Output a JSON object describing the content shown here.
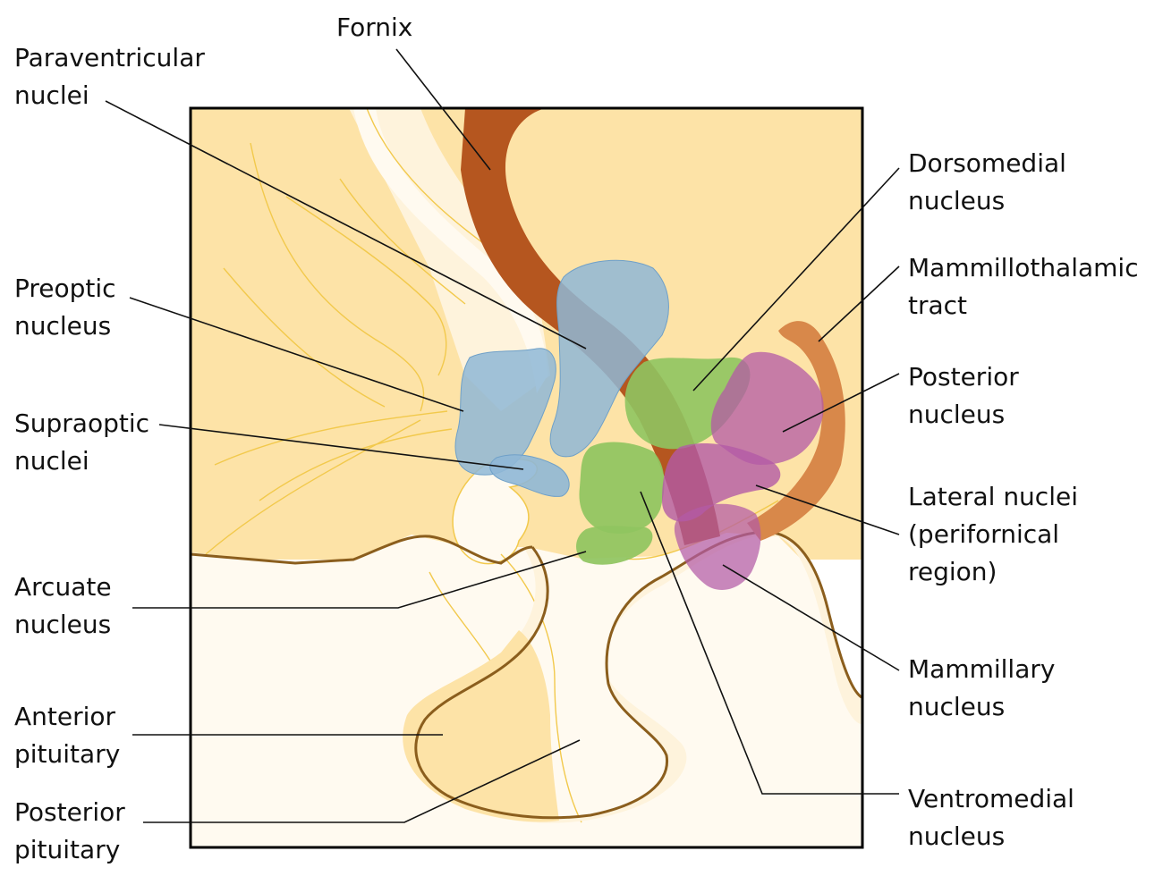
{
  "colors": {
    "tissue": "#fde3a7",
    "pale_tissue": "#fef3dc",
    "cream": "#fffaf0",
    "fornix": "#b5561f",
    "mammillothalamic_tract": "#d8884a",
    "outline": "#8b5e1d",
    "blue_nuclei": "#8fb7d6",
    "green_nuclei": "#8fc460",
    "purple_nuclei": "#b35aa6",
    "vessel_lines": "#f2c94c"
  },
  "labels": {
    "fornix": [
      "Fornix"
    ],
    "paraventricular": [
      "Paraventricular",
      "nuclei"
    ],
    "preoptic": [
      "Preoptic",
      "nucleus"
    ],
    "supraoptic": [
      "Supraoptic",
      "nuclei"
    ],
    "arcuate": [
      "Arcuate",
      "nucleus"
    ],
    "anterior_pituitary": [
      "Anterior",
      "pituitary"
    ],
    "posterior_pituitary": [
      "Posterior",
      "pituitary"
    ],
    "dorsomedial": [
      "Dorsomedial",
      "nucleus"
    ],
    "mammillothalamic": [
      "Mammillothalamic",
      "tract"
    ],
    "posterior_nucleus": [
      "Posterior",
      "nucleus"
    ],
    "lateral": [
      "Lateral nuclei",
      "(perifornical",
      "region)"
    ],
    "mammillary": [
      "Mammillary",
      "nucleus"
    ],
    "ventromedial": [
      "Ventromedial",
      "nucleus"
    ]
  }
}
